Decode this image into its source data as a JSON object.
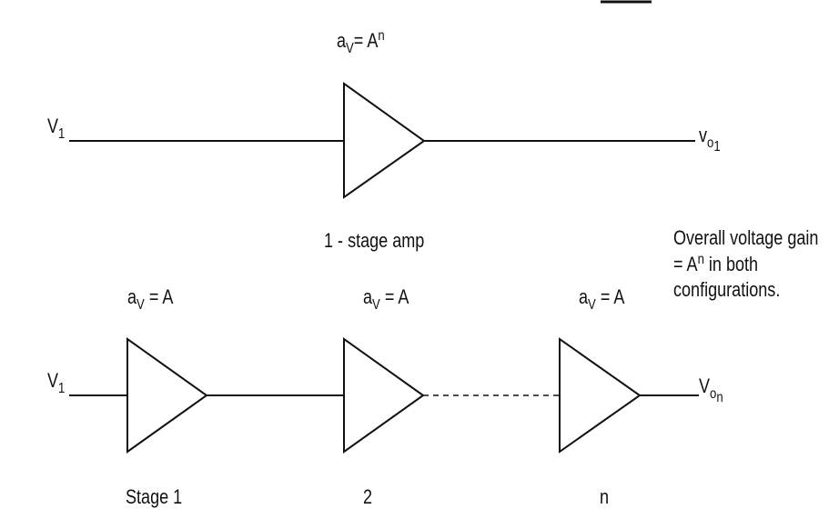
{
  "top": {
    "input": {
      "main": "V",
      "sub": "1"
    },
    "gain": {
      "main": "a",
      "sub": "V",
      "mid": "= A",
      "sup": "n"
    },
    "output": {
      "main": "v",
      "sub": "o",
      "subsub": "1"
    },
    "caption": "1 - stage amp"
  },
  "bottom": {
    "input": {
      "main": "V",
      "sub": "1"
    },
    "stages": [
      {
        "gain": {
          "main": "a",
          "sub": "V",
          "mid": "= A"
        },
        "label": "Stage 1"
      },
      {
        "gain": {
          "main": "a",
          "sub": "V",
          "mid": "= A"
        },
        "label": "2"
      },
      {
        "gain": {
          "main": "a",
          "sub": "V",
          "mid": "= A"
        },
        "label": "n"
      }
    ],
    "output": {
      "main": "V",
      "sub": "o",
      "subsub": "n"
    }
  },
  "note": {
    "line1": "Overall voltage gain",
    "line2_pre": "= A",
    "line2_sup": "n",
    "line2_post": " in both",
    "line3": "configurations."
  }
}
